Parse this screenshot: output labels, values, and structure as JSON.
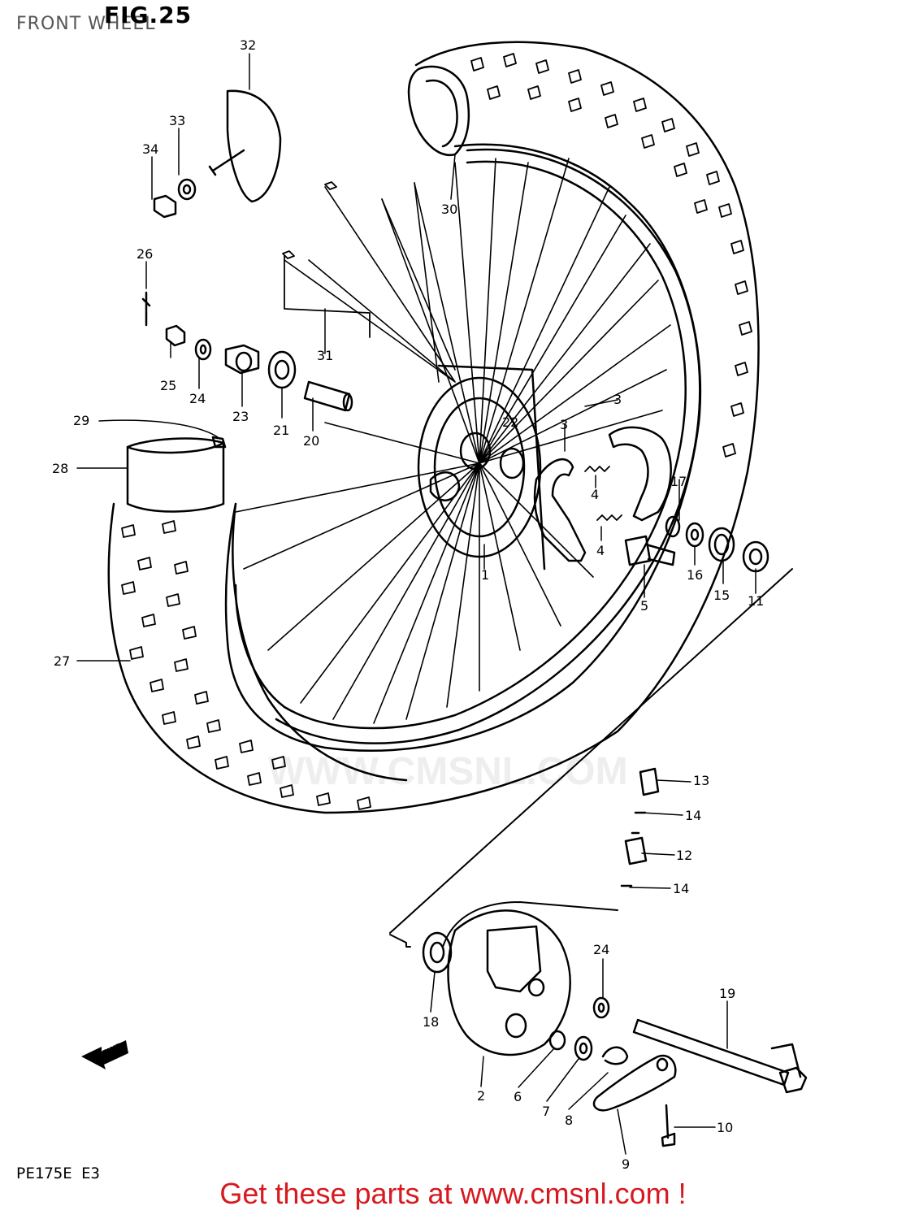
{
  "header": {
    "title": "FRONT WHEEL",
    "figure": "FIG.25"
  },
  "watermark": "WWW.CMSNL.COM",
  "model_code": "PE175E E3",
  "promo_text": "Get these parts at www.cmsnl.com !",
  "direction_label": "FWD",
  "colors": {
    "promo": "#d71920",
    "line_art": "#000000",
    "watermark": "#eeeeee"
  },
  "callouts": {
    "c1": "1",
    "c2": "2",
    "c3a": "3",
    "c3b": "3",
    "c4a": "4",
    "c4b": "4",
    "c5": "5",
    "c6": "6",
    "c7": "7",
    "c8": "8",
    "c9": "9",
    "c10": "10",
    "c11": "11",
    "c12": "12",
    "c13": "13",
    "c14a": "14",
    "c14b": "14",
    "c15": "15",
    "c16": "16",
    "c17": "17",
    "c18": "18",
    "c19": "19",
    "c20": "20",
    "c21": "21",
    "c22": "22",
    "c23": "23",
    "c24a": "24",
    "c24b": "24",
    "c25": "25",
    "c26": "26",
    "c27": "27",
    "c28": "28",
    "c29": "29",
    "c30": "30",
    "c31": "31",
    "c32": "32",
    "c33": "33",
    "c34": "34"
  }
}
